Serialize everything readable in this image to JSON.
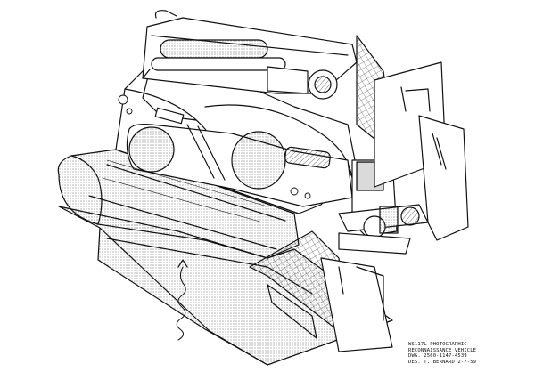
{
  "caption": {
    "line1": "WS117L PHOTOGRAPHIC",
    "line2": "RECONNAISSANCE VEHICLE",
    "line3": "DWG. 2560-1147-4539",
    "line4": "DES. T. BERNARD  2-7-59"
  },
  "colors": {
    "ink": "#111111",
    "paper": "#ffffff",
    "stipple": "#9a9a9a"
  }
}
